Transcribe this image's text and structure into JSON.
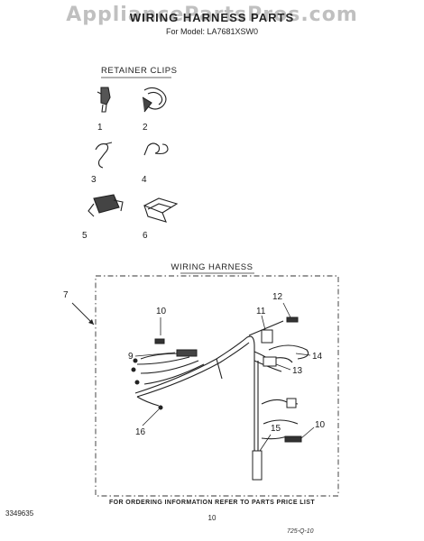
{
  "header": {
    "watermark": "AppliancePartsPros.com",
    "title": "WIRING HARNESS PARTS",
    "model_line": "For Model: LA7681XSW0"
  },
  "sections": {
    "retainer_clips": "RETAINER CLIPS",
    "wiring_harness": "WIRING HARNESS"
  },
  "callouts": {
    "c1": "1",
    "c2": "2",
    "c3": "3",
    "c4": "4",
    "c5": "5",
    "c6": "6",
    "c7": "7",
    "c9": "9",
    "c10a": "10",
    "c10b": "10",
    "c11": "11",
    "c12": "12",
    "c13": "13",
    "c14": "14",
    "c15": "15",
    "c16": "16"
  },
  "footer": {
    "note": "FOR ORDERING INFORMATION REFER TO PARTS PRICE LIST",
    "doc_number": "3349635",
    "page_number": "10",
    "date_code": "725-Q-10"
  }
}
